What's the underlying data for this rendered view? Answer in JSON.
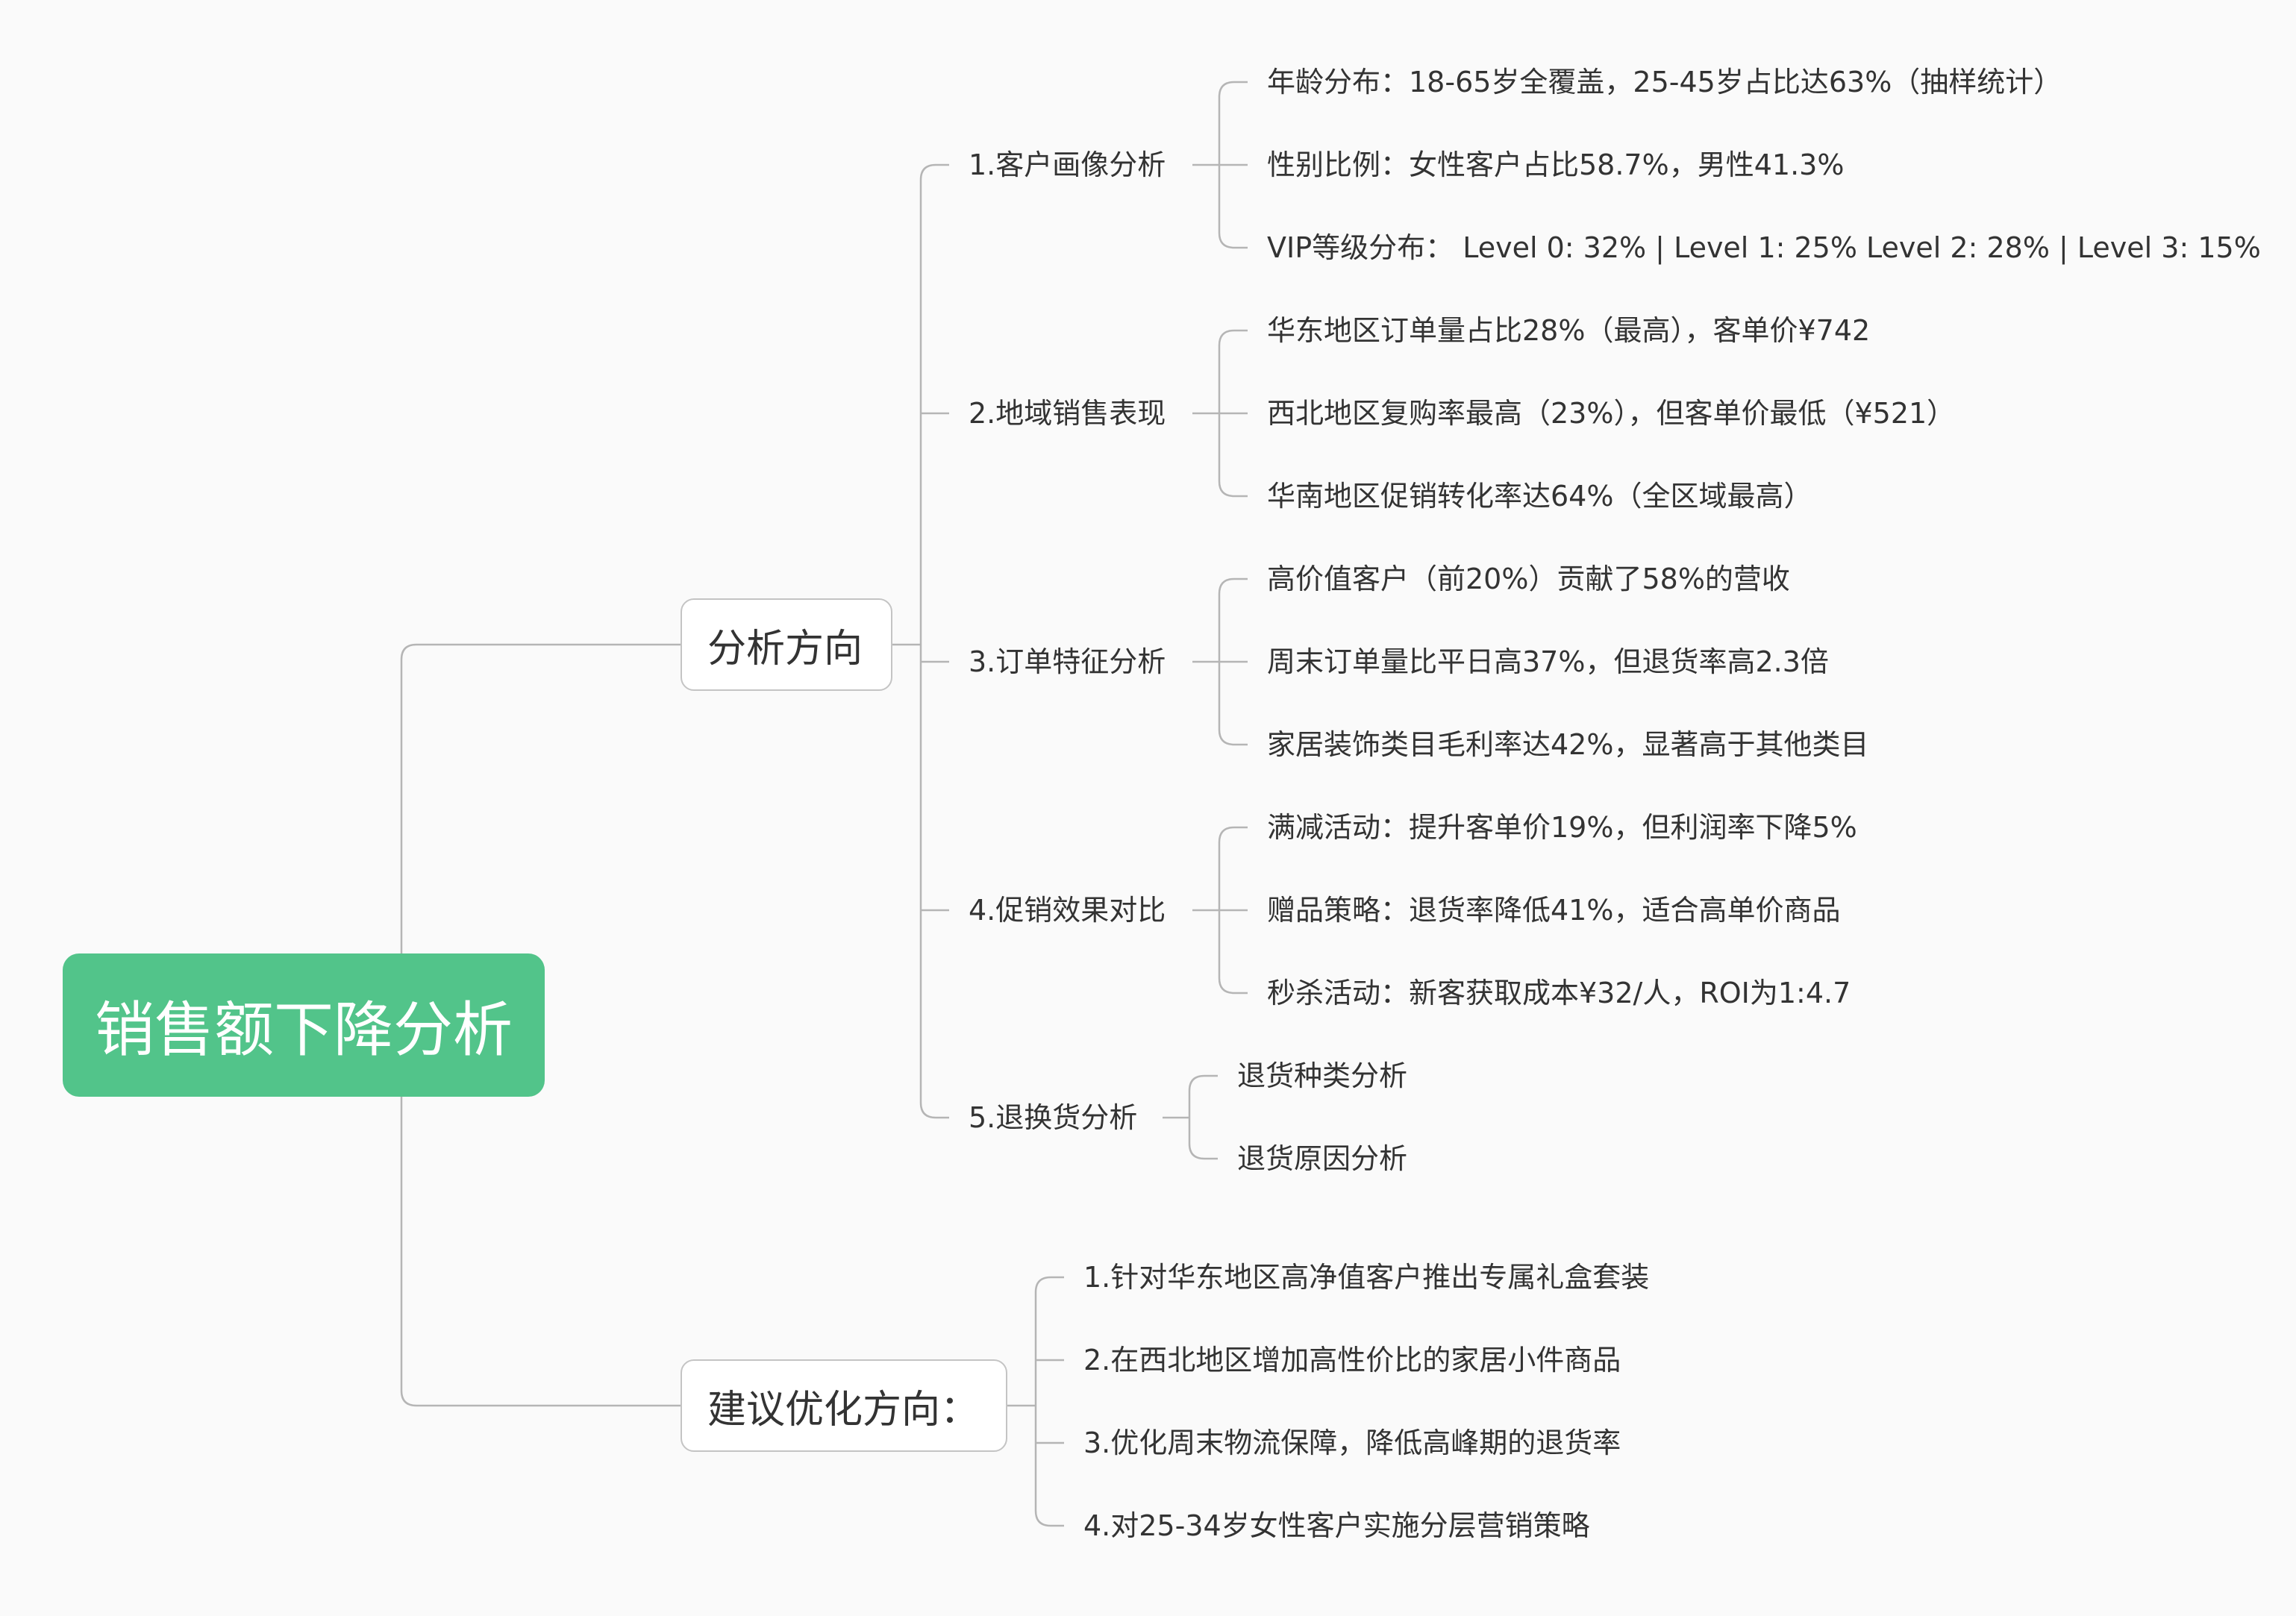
{
  "root": {
    "title": "销售额下降分析"
  },
  "analysis": {
    "label": "分析方向",
    "groups": [
      {
        "label": "1.客户画像分析",
        "items": [
          "年龄分布：18-65岁全覆盖，25-45岁占比达63%（抽样统计）",
          "性别比例：女性客户占比58.7%，男性41.3%",
          "VIP等级分布：  Level 0: 32% | Level 1: 25% Level 2: 28% | Level 3: 15%"
        ]
      },
      {
        "label": "2.地域销售表现",
        "items": [
          "华东地区订单量占比28%（最高），客单价¥742",
          "西北地区复购率最高（23%），但客单价最低（¥521）",
          "华南地区促销转化率达64%（全区域最高）"
        ]
      },
      {
        "label": "3.订单特征分析",
        "items": [
          "高价值客户（前20%）贡献了58%的营收",
          "周末订单量比平日高37%，但退货率高2.3倍",
          "家居装饰类目毛利率达42%，显著高于其他类目"
        ]
      },
      {
        "label": "4.促销效果对比",
        "items": [
          "满减活动：提升客单价19%，但利润率下降5%",
          "赠品策略：退货率降低41%，适合高单价商品",
          "秒杀活动：新客获取成本¥32/人，ROI为1:4.7"
        ]
      },
      {
        "label": "5.退换货分析",
        "items": [
          "退货种类分析",
          "退货原因分析"
        ]
      }
    ]
  },
  "suggest": {
    "label": "建议优化方向：",
    "items": [
      "1.针对华东地区高净值客户推出专属礼盒套装",
      "2.在西北地区增加高性价比的家居小件商品",
      "3.优化周末物流保障，降低高峰期的退货率",
      "4.对25-34岁女性客户实施分层营销策略"
    ]
  },
  "colors": {
    "root_bg": "#52c48a",
    "line": "#b5b5b5",
    "text": "#333333"
  }
}
